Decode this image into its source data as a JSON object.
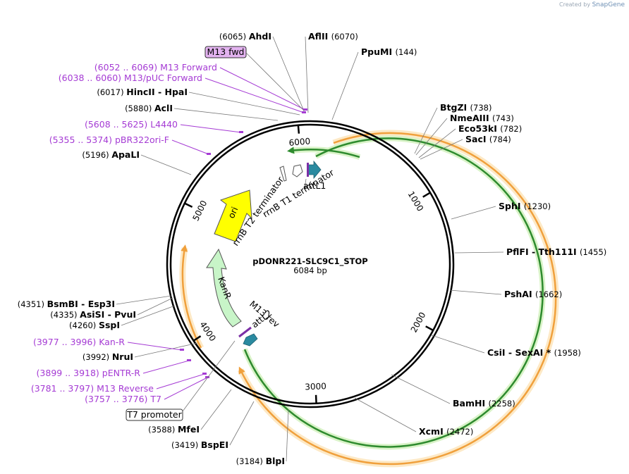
{
  "credit": {
    "prefix": "Created by",
    "brand": "SnapGene"
  },
  "plasmid": {
    "name": "pDONR221-SLC9C1_STOP",
    "length": "6084 bp",
    "total_bp": 6084
  },
  "ticks": [
    {
      "label": "1000",
      "bp": 1000
    },
    {
      "label": "2000",
      "bp": 2000
    },
    {
      "label": "3000",
      "bp": 3000
    },
    {
      "label": "4000",
      "bp": 4000
    },
    {
      "label": "5000",
      "bp": 5000
    },
    {
      "label": "6000",
      "bp": 6000
    }
  ],
  "enzymes": [
    {
      "pos": "(6065)",
      "name": "AhdI",
      "bp": 6065
    },
    {
      "name": "AflII",
      "pos": "(6070)",
      "bp": 6070
    },
    {
      "name": "PpuMI",
      "pos": "(144)",
      "bp": 144
    },
    {
      "name": "BtgZI",
      "pos": "(738)",
      "bp": 738
    },
    {
      "name": "NmeAIII",
      "pos": "(743)",
      "bp": 743
    },
    {
      "name": "Eco53kI",
      "pos": "(782)",
      "bp": 782
    },
    {
      "name": "SacI",
      "pos": "(784)",
      "bp": 784
    },
    {
      "name": "SphI",
      "pos": "(1230)",
      "bp": 1230
    },
    {
      "name": "PflFI",
      "name2": "Tth111I",
      "pos": "(1455)",
      "bp": 1455
    },
    {
      "name": "PshAI",
      "pos": "(1662)",
      "bp": 1662
    },
    {
      "name": "CsiI",
      "name2": "SexAI *",
      "pos": "(1958)",
      "bp": 1958
    },
    {
      "name": "BamHI",
      "pos": "(2258)",
      "bp": 2258
    },
    {
      "name": "XcmI",
      "pos": "(2472)",
      "bp": 2472
    },
    {
      "pos": "(3184)",
      "name": "BlpI",
      "bp": 3184
    },
    {
      "pos": "(3419)",
      "name": "BspEI",
      "bp": 3419
    },
    {
      "pos": "(3588)",
      "name": "MfeI",
      "bp": 3588
    },
    {
      "pos": "(3992)",
      "name": "NruI",
      "bp": 3992
    },
    {
      "pos": "(4260)",
      "name": "SspI",
      "bp": 4260
    },
    {
      "pos": "(4335)",
      "name": "AsiSI",
      "name2": "PvuI",
      "bp": 4335
    },
    {
      "pos": "(4351)",
      "name": "BsmBI",
      "name2": "Esp3I",
      "bp": 4351
    },
    {
      "pos": "(5196)",
      "name": "ApaLI",
      "bp": 5196
    },
    {
      "pos": "(5880)",
      "name": "AclI",
      "bp": 5880
    },
    {
      "pos": "(6017)",
      "name": "HincII",
      "name2": "HpaI",
      "bp": 6017
    }
  ],
  "primers": [
    {
      "range": "(6052 .. 6069)",
      "name": "M13 Forward"
    },
    {
      "range": "(6038 .. 6060)",
      "name": "M13/pUC Forward"
    },
    {
      "range": "(5608 .. 5625)",
      "name": "L4440"
    },
    {
      "range": "(5355 .. 5374)",
      "name": "pBR322ori-F"
    },
    {
      "range": "(3977 .. 3996)",
      "name": "Kan-R"
    },
    {
      "range": "(3899 .. 3918)",
      "name": "pENTR-R"
    },
    {
      "range": "(3781 .. 3797)",
      "name": "M13 Reverse"
    },
    {
      "range": "(3757 .. 3776)",
      "name": "T7"
    }
  ],
  "boxed_labels": [
    {
      "text": "M13 fwd"
    },
    {
      "text": "T7 promoter"
    }
  ],
  "features": {
    "attL1": "attL1",
    "rrnB_T1": "rrnB T1 terminator",
    "rrnB_T2": "rrnB T2 terminator",
    "ori": "ori",
    "KanR": "KanR",
    "M13_rev": "M13 rev",
    "attL2": "attL2"
  },
  "colors": {
    "backbone": "#000000",
    "primer": "#a53bd4",
    "orange_arc": "#f0a03c",
    "orange_glow": "#fde9c6",
    "green_arc": "#2e8b2e",
    "green_glow": "#d9f3c8",
    "ori": "#ffff00",
    "kanr": "#c8f5c8",
    "attl": "#2a8aa0",
    "m13fwd_box": "#e3b3f0"
  }
}
